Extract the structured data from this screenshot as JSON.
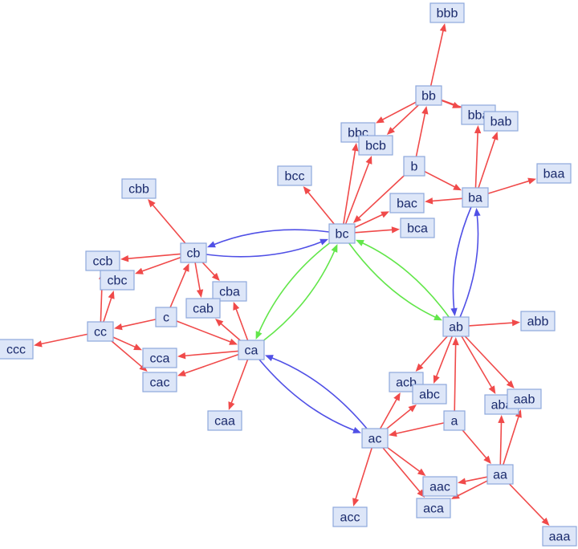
{
  "colors": {
    "red_edge": "#f04a4a",
    "blue_edge": "#5050e6",
    "green_edge": "#62e64a",
    "node_fill": "#dde6f8",
    "node_stroke": "#8ea8dc",
    "label": "#1a2a6c"
  },
  "nodes": [
    {
      "id": "bbb",
      "label": "bbb"
    },
    {
      "id": "bb",
      "label": "bb"
    },
    {
      "id": "bba",
      "label": "bba"
    },
    {
      "id": "bab",
      "label": "bab"
    },
    {
      "id": "bbc",
      "label": "bbc"
    },
    {
      "id": "bcb",
      "label": "bcb"
    },
    {
      "id": "b",
      "label": "b"
    },
    {
      "id": "baa",
      "label": "baa"
    },
    {
      "id": "bcc",
      "label": "bcc"
    },
    {
      "id": "bac",
      "label": "bac"
    },
    {
      "id": "ba",
      "label": "ba"
    },
    {
      "id": "cbb",
      "label": "cbb"
    },
    {
      "id": "bc",
      "label": "bc"
    },
    {
      "id": "bca",
      "label": "bca"
    },
    {
      "id": "cb",
      "label": "cb"
    },
    {
      "id": "ccb",
      "label": "ccb"
    },
    {
      "id": "cbc",
      "label": "cbc"
    },
    {
      "id": "cba",
      "label": "cba"
    },
    {
      "id": "cab",
      "label": "cab"
    },
    {
      "id": "c",
      "label": "c"
    },
    {
      "id": "ab",
      "label": "ab"
    },
    {
      "id": "abb",
      "label": "abb"
    },
    {
      "id": "cc",
      "label": "cc"
    },
    {
      "id": "ccc",
      "label": "ccc"
    },
    {
      "id": "ca",
      "label": "ca"
    },
    {
      "id": "cca",
      "label": "cca"
    },
    {
      "id": "cac",
      "label": "cac"
    },
    {
      "id": "acb",
      "label": "acb"
    },
    {
      "id": "abc",
      "label": "abc"
    },
    {
      "id": "aba",
      "label": "aba"
    },
    {
      "id": "aab",
      "label": "aab"
    },
    {
      "id": "a",
      "label": "a"
    },
    {
      "id": "caa",
      "label": "caa"
    },
    {
      "id": "ac",
      "label": "ac"
    },
    {
      "id": "aa",
      "label": "aa"
    },
    {
      "id": "aac",
      "label": "aac"
    },
    {
      "id": "aca",
      "label": "aca"
    },
    {
      "id": "acc",
      "label": "acc"
    },
    {
      "id": "aaa",
      "label": "aaa"
    }
  ],
  "edges": [
    {
      "from": "bb",
      "to": "bbb",
      "color": "red"
    },
    {
      "from": "bb",
      "to": "bba",
      "color": "red"
    },
    {
      "from": "bb",
      "to": "bab",
      "color": "red"
    },
    {
      "from": "bb",
      "to": "bbc",
      "color": "red"
    },
    {
      "from": "bb",
      "to": "bcb",
      "color": "red"
    },
    {
      "from": "b",
      "to": "bb",
      "color": "red"
    },
    {
      "from": "b",
      "to": "ba",
      "color": "red"
    },
    {
      "from": "b",
      "to": "bc",
      "color": "red"
    },
    {
      "from": "ba",
      "to": "bba",
      "color": "red"
    },
    {
      "from": "ba",
      "to": "bab",
      "color": "red"
    },
    {
      "from": "ba",
      "to": "baa",
      "color": "red"
    },
    {
      "from": "ba",
      "to": "bac",
      "color": "red"
    },
    {
      "from": "bc",
      "to": "bbc",
      "color": "red"
    },
    {
      "from": "bc",
      "to": "bcb",
      "color": "red"
    },
    {
      "from": "bc",
      "to": "bcc",
      "color": "red"
    },
    {
      "from": "bc",
      "to": "bac",
      "color": "red"
    },
    {
      "from": "bc",
      "to": "bca",
      "color": "red"
    },
    {
      "from": "cb",
      "to": "cbb",
      "color": "red"
    },
    {
      "from": "cb",
      "to": "ccb",
      "color": "red"
    },
    {
      "from": "cb",
      "to": "cbc",
      "color": "red"
    },
    {
      "from": "cb",
      "to": "cba",
      "color": "red"
    },
    {
      "from": "cb",
      "to": "cab",
      "color": "red"
    },
    {
      "from": "c",
      "to": "cb",
      "color": "red"
    },
    {
      "from": "c",
      "to": "cc",
      "color": "red"
    },
    {
      "from": "c",
      "to": "ca",
      "color": "red"
    },
    {
      "from": "cc",
      "to": "ccb",
      "color": "red"
    },
    {
      "from": "cc",
      "to": "cbc",
      "color": "red"
    },
    {
      "from": "cc",
      "to": "ccc",
      "color": "red"
    },
    {
      "from": "cc",
      "to": "cca",
      "color": "red"
    },
    {
      "from": "cc",
      "to": "cac",
      "color": "red"
    },
    {
      "from": "ca",
      "to": "cba",
      "color": "red"
    },
    {
      "from": "ca",
      "to": "cab",
      "color": "red"
    },
    {
      "from": "ca",
      "to": "cca",
      "color": "red"
    },
    {
      "from": "ca",
      "to": "cac",
      "color": "red"
    },
    {
      "from": "ca",
      "to": "caa",
      "color": "red"
    },
    {
      "from": "ab",
      "to": "abb",
      "color": "red"
    },
    {
      "from": "ab",
      "to": "acb",
      "color": "red"
    },
    {
      "from": "ab",
      "to": "abc",
      "color": "red"
    },
    {
      "from": "ab",
      "to": "aba",
      "color": "red"
    },
    {
      "from": "ab",
      "to": "aab",
      "color": "red"
    },
    {
      "from": "a",
      "to": "ab",
      "color": "red"
    },
    {
      "from": "a",
      "to": "ac",
      "color": "red"
    },
    {
      "from": "a",
      "to": "aa",
      "color": "red"
    },
    {
      "from": "ac",
      "to": "acb",
      "color": "red"
    },
    {
      "from": "ac",
      "to": "abc",
      "color": "red"
    },
    {
      "from": "ac",
      "to": "aac",
      "color": "red"
    },
    {
      "from": "ac",
      "to": "aca",
      "color": "red"
    },
    {
      "from": "ac",
      "to": "acc",
      "color": "red"
    },
    {
      "from": "aa",
      "to": "aba",
      "color": "red"
    },
    {
      "from": "aa",
      "to": "aab",
      "color": "red"
    },
    {
      "from": "aa",
      "to": "aac",
      "color": "red"
    },
    {
      "from": "aa",
      "to": "aca",
      "color": "red"
    },
    {
      "from": "aa",
      "to": "aaa",
      "color": "red"
    },
    {
      "from": "cb",
      "to": "bc",
      "color": "blue"
    },
    {
      "from": "bc",
      "to": "cb",
      "color": "blue"
    },
    {
      "from": "ba",
      "to": "ab",
      "color": "blue"
    },
    {
      "from": "ab",
      "to": "ba",
      "color": "blue"
    },
    {
      "from": "ca",
      "to": "ac",
      "color": "blue"
    },
    {
      "from": "ac",
      "to": "ca",
      "color": "blue"
    },
    {
      "from": "bc",
      "to": "ca",
      "color": "green"
    },
    {
      "from": "ca",
      "to": "bc",
      "color": "green"
    },
    {
      "from": "bc",
      "to": "ab",
      "color": "green"
    },
    {
      "from": "ab",
      "to": "bc",
      "color": "green"
    }
  ]
}
